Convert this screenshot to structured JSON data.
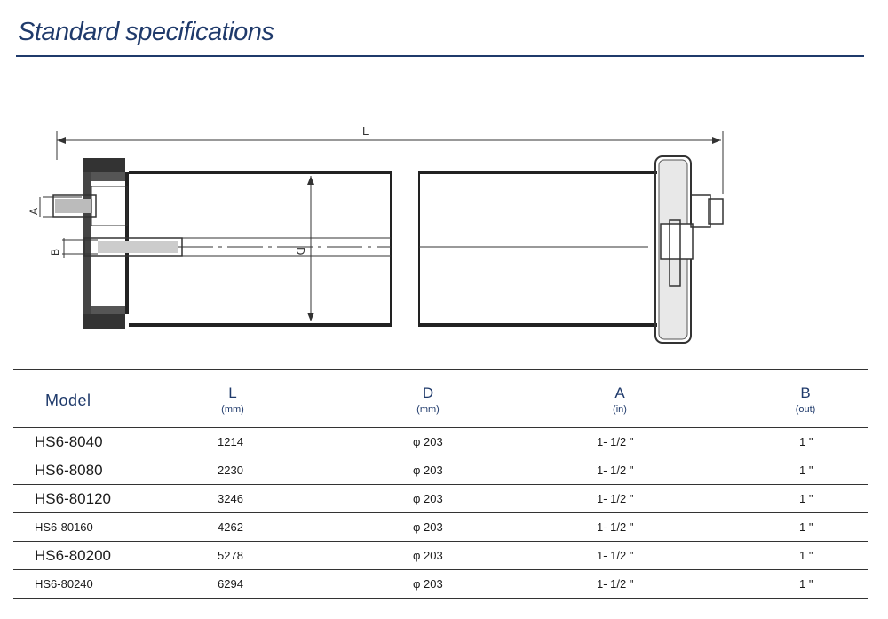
{
  "title": "Standard specifications",
  "diagram": {
    "label_L": "L",
    "label_D": "D",
    "label_A": "A",
    "label_B": "B"
  },
  "table": {
    "headers": {
      "model": "Model",
      "L": {
        "symbol": "L",
        "unit": "(mm)"
      },
      "D": {
        "symbol": "D",
        "unit": "(mm)"
      },
      "A": {
        "symbol": "A",
        "unit": "(in)"
      },
      "B": {
        "symbol": "B",
        "unit": "(out)"
      }
    },
    "rows": [
      {
        "model": "HS6-8040",
        "L": "1214",
        "D": "φ 203",
        "A": "1- 1/2 \"",
        "B": "1 \""
      },
      {
        "model": "HS6-8080",
        "L": "2230",
        "D": "φ 203",
        "A": "1- 1/2 \"",
        "B": "1 \""
      },
      {
        "model": "HS6-80120",
        "L": "3246",
        "D": "φ 203",
        "A": "1- 1/2 \"",
        "B": "1 \""
      },
      {
        "model": "HS6-80160",
        "L": "4262",
        "D": "φ 203",
        "A": "1- 1/2 \"",
        "B": "1 \""
      },
      {
        "model": "HS6-80200",
        "L": "5278",
        "D": "φ 203",
        "A": "1- 1/2 \"",
        "B": "1 \""
      },
      {
        "model": "HS6-80240",
        "L": "6294",
        "D": "φ 203",
        "A": "1- 1/2 \"",
        "B": "1 \""
      }
    ]
  }
}
